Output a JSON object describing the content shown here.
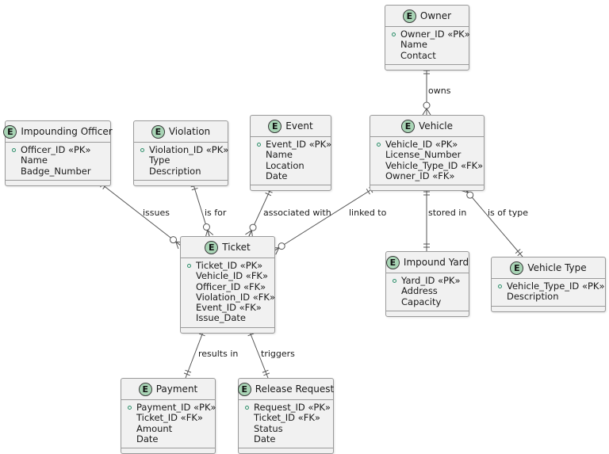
{
  "diagram": {
    "entity_badge": "E",
    "colors": {
      "badge": "#a9d5b6",
      "box": "#f1f1f1",
      "border": "#9a9a9a",
      "pk_marker": "#2c8f6a",
      "line": "#555555"
    },
    "entities": {
      "owner": {
        "title": "Owner",
        "attributes": [
          {
            "text": "Owner_ID «PK»",
            "pk": true
          },
          {
            "text": "Name"
          },
          {
            "text": "Contact"
          }
        ]
      },
      "officer": {
        "title": "Impounding Officer",
        "attributes": [
          {
            "text": "Officer_ID «PK»",
            "pk": true
          },
          {
            "text": "Name"
          },
          {
            "text": "Badge_Number"
          }
        ]
      },
      "violation": {
        "title": "Violation",
        "attributes": [
          {
            "text": "Violation_ID «PK»",
            "pk": true
          },
          {
            "text": "Type"
          },
          {
            "text": "Description"
          }
        ]
      },
      "event": {
        "title": "Event",
        "attributes": [
          {
            "text": "Event_ID «PK»",
            "pk": true
          },
          {
            "text": "Name"
          },
          {
            "text": "Location"
          },
          {
            "text": "Date"
          }
        ]
      },
      "vehicle": {
        "title": "Vehicle",
        "attributes": [
          {
            "text": "Vehicle_ID «PK»",
            "pk": true
          },
          {
            "text": "License_Number"
          },
          {
            "text": "Vehicle_Type_ID «FK»"
          },
          {
            "text": "Owner_ID «FK»"
          }
        ]
      },
      "ticket": {
        "title": "Ticket",
        "attributes": [
          {
            "text": "Ticket_ID «PK»",
            "pk": true
          },
          {
            "text": "Vehicle_ID «FK»"
          },
          {
            "text": "Officer_ID «FK»"
          },
          {
            "text": "Violation_ID «FK»"
          },
          {
            "text": "Event_ID «FK»"
          },
          {
            "text": "Issue_Date"
          }
        ]
      },
      "yard": {
        "title": "Impound Yard",
        "attributes": [
          {
            "text": "Yard_ID «PK»",
            "pk": true
          },
          {
            "text": "Address"
          },
          {
            "text": "Capacity"
          }
        ]
      },
      "vehicle_type": {
        "title": "Vehicle Type",
        "attributes": [
          {
            "text": "Vehicle_Type_ID «PK»",
            "pk": true
          },
          {
            "text": "Description"
          }
        ]
      },
      "payment": {
        "title": "Payment",
        "attributes": [
          {
            "text": "Payment_ID «PK»",
            "pk": true
          },
          {
            "text": "Ticket_ID «FK»"
          },
          {
            "text": "Amount"
          },
          {
            "text": "Date"
          }
        ]
      },
      "release": {
        "title": "Release Request",
        "attributes": [
          {
            "text": "Request_ID «PK»",
            "pk": true
          },
          {
            "text": "Ticket_ID «FK»"
          },
          {
            "text": "Status"
          },
          {
            "text": "Date"
          }
        ]
      }
    },
    "relationships": [
      {
        "id": "owns",
        "label": "owns",
        "from": "owner",
        "to": "vehicle",
        "from_card": "exactly-one",
        "to_card": "zero-or-many"
      },
      {
        "id": "issues",
        "label": "issues",
        "from": "officer",
        "to": "ticket",
        "from_card": "exactly-one",
        "to_card": "zero-or-many"
      },
      {
        "id": "is_for",
        "label": "is for",
        "from": "violation",
        "to": "ticket",
        "from_card": "exactly-one",
        "to_card": "zero-or-many"
      },
      {
        "id": "associated_with",
        "label": "associated with",
        "from": "event",
        "to": "ticket",
        "from_card": "exactly-one",
        "to_card": "zero-or-many"
      },
      {
        "id": "linked_to",
        "label": "linked to",
        "from": "vehicle",
        "to": "ticket",
        "from_card": "exactly-one",
        "to_card": "zero-or-many"
      },
      {
        "id": "stored_in",
        "label": "stored in",
        "from": "vehicle",
        "to": "yard",
        "from_card": "exactly-one",
        "to_card": "exactly-one"
      },
      {
        "id": "is_of_type",
        "label": "is of type",
        "from": "vehicle",
        "to": "vehicle_type",
        "from_card": "zero-or-many",
        "to_card": "exactly-one"
      },
      {
        "id": "results_in",
        "label": "results in",
        "from": "ticket",
        "to": "payment",
        "from_card": "exactly-one",
        "to_card": "exactly-one"
      },
      {
        "id": "triggers",
        "label": "triggers",
        "from": "ticket",
        "to": "release",
        "from_card": "exactly-one",
        "to_card": "exactly-one"
      }
    ]
  }
}
